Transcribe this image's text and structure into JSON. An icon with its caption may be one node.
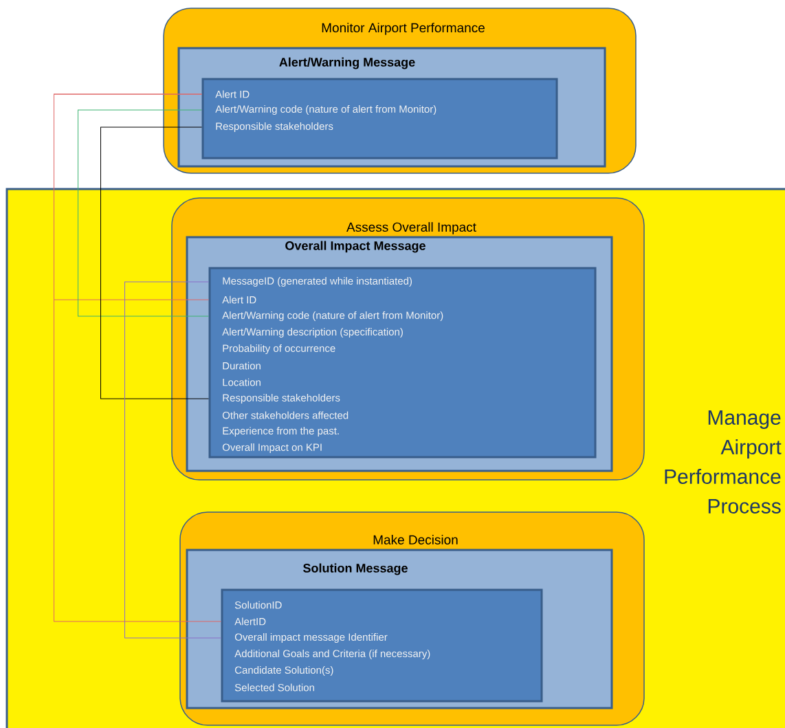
{
  "diagram": {
    "nodes": [
      {
        "text": [
          "Monitor Airport Performance"
        ]
      },
      {
        "text": [
          "Alert/Warning Message"
        ],
        "in": 0
      },
      {
        "text": [],
        "shape": "box",
        "in": 1
      },
      {
        "text": [
          "Alert ID"
        ],
        "in": 2
      },
      {
        "text": [
          "Alert/Warning code (nature of alert from Monitor)"
        ],
        "in": 2
      },
      {
        "text": [
          "Responsible stakeholders"
        ],
        "in": 2
      },
      {
        "text": [
          "Manage Airport Performance Process"
        ]
      },
      {
        "text": [
          "Assess Overall Impact"
        ],
        "in": 6
      },
      {
        "text": [
          "Overall Impact Message"
        ],
        "in": 7
      },
      {
        "text": [],
        "shape": "box",
        "in": 8
      },
      {
        "text": [
          "MessageID (generated while instantiated)"
        ],
        "in": 9
      },
      {
        "text": [
          "Alert ID"
        ],
        "in": 9
      },
      {
        "text": [
          "Alert/Warning code (nature of alert from Monitor)"
        ],
        "in": 9
      },
      {
        "text": [
          "Alert/Warning description (specification)"
        ],
        "in": 9
      },
      {
        "text": [
          "Probability of occurrence"
        ],
        "in": 9
      },
      {
        "text": [
          "Duration"
        ],
        "in": 9
      },
      {
        "text": [
          "Location"
        ],
        "in": 9
      },
      {
        "text": [
          "Responsible stakeholders"
        ],
        "in": 9
      },
      {
        "text": [
          "Other stakeholders affected"
        ],
        "in": 9
      },
      {
        "text": [
          "Experience from the past."
        ],
        "in": 9
      },
      {
        "text": [
          "Overall Impact on KPI"
        ],
        "in": 9
      },
      {
        "text": [
          "Make Decision"
        ],
        "in": 6
      },
      {
        "text": [
          "Solution Message"
        ],
        "in": 21
      },
      {
        "text": [],
        "shape": "box",
        "in": 22
      },
      {
        "text": [
          "SolutionID"
        ],
        "in": 23
      },
      {
        "text": [
          "AlertID"
        ],
        "in": 23
      },
      {
        "text": [
          "Overall impact message Identifier"
        ],
        "in": 23
      },
      {
        "text": [
          "Additional Goals and Criteria (if necessary)"
        ],
        "in": 23
      },
      {
        "text": [
          "Candidate Solution(s)"
        ],
        "in": 23
      },
      {
        "text": [
          "Selected Solution"
        ],
        "in": 23
      }
    ],
    "edges": [
      {
        "from": 3,
        "to": 11,
        "arrow": "none",
        "color": "#e06666"
      },
      {
        "from": 3,
        "to": 25,
        "arrow": "none",
        "color": "#e06666"
      },
      {
        "from": 4,
        "to": 12,
        "arrow": "none",
        "color": "#3cb371"
      },
      {
        "from": 5,
        "to": 17,
        "arrow": "none",
        "color": "#000000"
      },
      {
        "from": 10,
        "to": 26,
        "arrow": "none",
        "color": "#8a6fc8"
      }
    ]
  }
}
